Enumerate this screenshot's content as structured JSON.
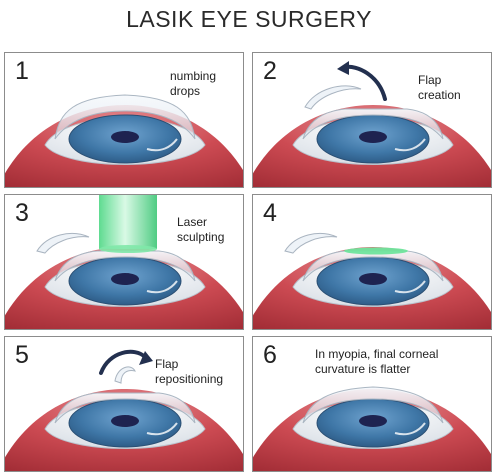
{
  "title": "LASIK EYE SURGERY",
  "colors": {
    "skin": "#c9434a",
    "iris": "#3f77a7",
    "pupil": "#1e2350",
    "laser": "#52e58f",
    "arrow": "#23304f"
  },
  "panels": [
    {
      "number": "1",
      "caption": "numbing\ndrops",
      "stage": "numbing"
    },
    {
      "number": "2",
      "caption": "Flap\ncreation",
      "stage": "flap-creation"
    },
    {
      "number": "3",
      "caption": "Laser\nsculpting",
      "stage": "laser-sculpting"
    },
    {
      "number": "4",
      "caption": "",
      "stage": "sculpted"
    },
    {
      "number": "5",
      "caption": "Flap\nrepositioning",
      "stage": "flap-repositioning"
    },
    {
      "number": "6",
      "caption": "In myopia, final corneal\ncurvature is flatter",
      "stage": "final"
    }
  ]
}
